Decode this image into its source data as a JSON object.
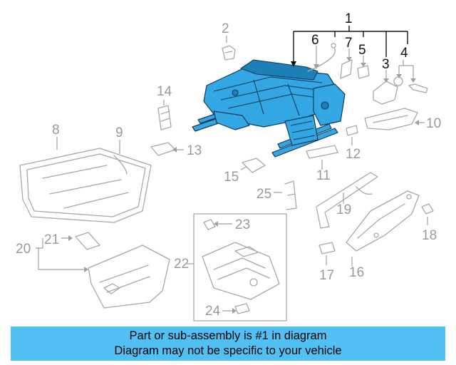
{
  "callouts": {
    "c1": "1",
    "c2": "2",
    "c3": "3",
    "c4": "4",
    "c5": "5",
    "c6": "6",
    "c7": "7",
    "c8": "8",
    "c9": "9",
    "c10": "10",
    "c11": "11",
    "c12": "12",
    "c13": "13",
    "c14": "14",
    "c15": "15",
    "c16": "16",
    "c17": "17",
    "c18": "18",
    "c19": "19",
    "c20": "20",
    "c21": "21",
    "c22": "22",
    "c23": "23",
    "c24": "24",
    "c25": "25"
  },
  "highlight": {
    "part_number": "1",
    "color": "#33a6e4"
  },
  "banner": {
    "line1": "Part or sub-assembly is #1 in diagram",
    "line2": "Diagram may not be specific to your vehicle",
    "background": "#51c0f3"
  }
}
